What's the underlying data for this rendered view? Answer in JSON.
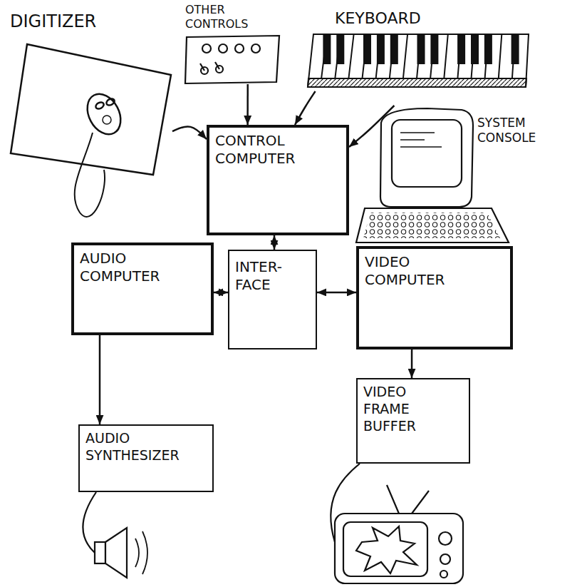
{
  "diagram": {
    "nodes": [
      {
        "text": [
          "DIGITIZER"
        ]
      },
      {
        "text": [
          "OTHER CONTROLS"
        ]
      },
      {
        "text": [
          "KEYBOARD"
        ]
      },
      {
        "text": [
          "CONTROL COMPUTER"
        ]
      },
      {
        "text": [
          "SYSTEM CONSOLE"
        ]
      },
      {
        "text": [
          "AUDIO COMPUTER"
        ]
      },
      {
        "text": [
          "INTER- FACE"
        ]
      },
      {
        "text": [
          "VIDEO COMPUTER"
        ]
      },
      {
        "text": [
          "AUDIO SYNTHESIZER"
        ]
      },
      {
        "text": [
          "VIDEO FRAME BUFFER"
        ]
      }
    ],
    "edges": [
      {
        "from": 0,
        "to": 3,
        "arrow": "to"
      },
      {
        "from": 1,
        "to": 3,
        "arrow": "to"
      },
      {
        "from": 2,
        "to": 3,
        "arrow": "to"
      },
      {
        "from": 4,
        "to": 3,
        "arrow": "to"
      },
      {
        "from": 3,
        "to": 6,
        "arrow": "both"
      },
      {
        "from": 5,
        "to": 6,
        "arrow": "both"
      },
      {
        "from": 6,
        "to": 7,
        "arrow": "both"
      },
      {
        "from": 5,
        "to": 8,
        "arrow": "to"
      },
      {
        "from": 7,
        "to": 9,
        "arrow": "to"
      }
    ]
  }
}
